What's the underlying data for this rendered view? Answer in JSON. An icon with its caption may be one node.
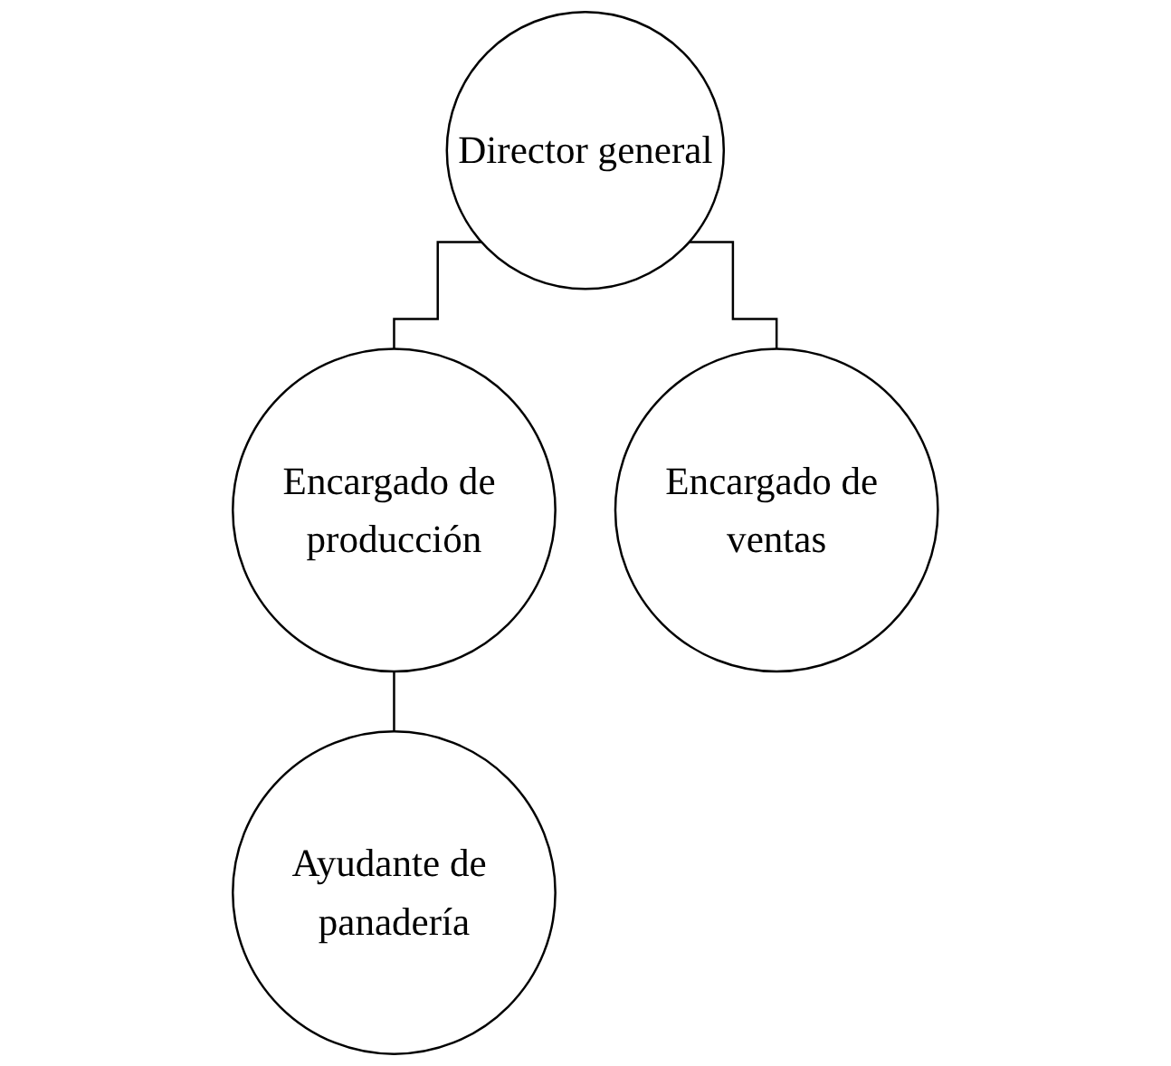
{
  "diagram": {
    "nodes": [
      {
        "text": [
          "Director general"
        ]
      },
      {
        "text": [
          "Encargado de producción"
        ]
      },
      {
        "text": [
          "Encargado de ventas"
        ]
      },
      {
        "text": [
          "Ayudante de panadería"
        ]
      }
    ],
    "edges": [
      {
        "from": 0,
        "to": 1,
        "arrow": "none"
      },
      {
        "from": 0,
        "to": 2,
        "arrow": "none"
      },
      {
        "from": 1,
        "to": 3,
        "arrow": "none"
      }
    ]
  }
}
